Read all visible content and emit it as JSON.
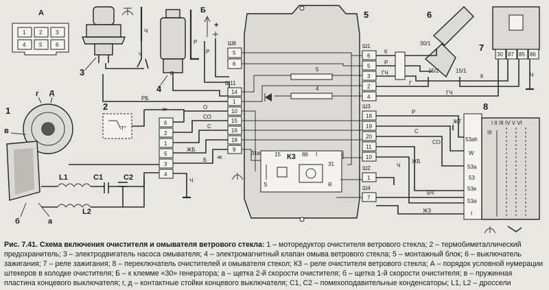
{
  "labels": {
    "connA": "А",
    "connA_pins": [
      "1",
      "2",
      "3",
      "4",
      "5",
      "6"
    ],
    "n1": "1",
    "n2": "2",
    "n3": "3",
    "n4": "4",
    "n5": "5",
    "n6": "6",
    "n7": "7",
    "n8": "8",
    "g": "г",
    "d": "д",
    "v": "в",
    "b_low": "б",
    "a_low": "а",
    "B": "Б",
    "plus": "+",
    "L1": "L1",
    "L2": "L2",
    "C1": "C1",
    "C2": "C2",
    "T": "T°",
    "K3": "К3"
  },
  "block": {
    "sh8": "Ш8",
    "sh11": "Ш11",
    "sh1": "Ш1",
    "sh3": "Ш3",
    "sh2": "Ш2",
    "sh4": "Ш4",
    "left_pins": [
      "5",
      "6",
      "14",
      "1",
      "10",
      "15",
      "16",
      "18",
      "9"
    ],
    "right_pins": [
      "6",
      "5",
      "3",
      "2",
      "4",
      "18",
      "19",
      "20",
      "11",
      "10",
      "1",
      "7"
    ],
    "inner_5": "5",
    "inner_4": "4",
    "relay_pins": [
      "31в",
      "15",
      "86",
      "I",
      "31",
      "S",
      "R"
    ]
  },
  "wires": {
    "ch": "Ч",
    "r": "Р",
    "rb": "РБ",
    "o": "О",
    "so": "СО",
    "s": "С",
    "zhb": "ЖБ",
    "b": "Б",
    "k": "К",
    "gch": "ГЧ",
    "g": "Г",
    "zht": "ЖТ",
    "bch": "БЧ",
    "zhz": "ЖЗ"
  },
  "switch6": {
    "p1": "30/1",
    "p2": "15/2",
    "p3": "15/1"
  },
  "relay7": {
    "pins": [
      "30",
      "87",
      "85",
      "86"
    ]
  },
  "switch8": {
    "header": "I II III IV V VI",
    "iii": "III",
    "pins": [
      "53ah",
      "W",
      "53a",
      "53",
      "53e",
      "53a",
      "I"
    ]
  },
  "connL": {
    "pins": [
      "6",
      "2",
      "1",
      "5",
      "3",
      "4"
    ]
  },
  "caption": {
    "title": "Рис. 7.41. Схема включения очистителя и омывателя ветрового стекла:",
    "body": "1 – моторедуктор очистителя ветрового стекла; 2 – термобиметаллический предохранитель; 3 – электродвигатель насоса омывателя; 4 – электромагнитный клапан омыва ветрового стекла; 5 – монтажный блок; 6 – выключатель зажигания; 7 – реле зажигания; 8 – переключатель очистителей и омывателя стекол; К3 – реле очистителя ветрового стекла; А – порядок условной нумерации штекеров в колодке очистителя; Б – к клемме «30» генератора; а – щетка 2-й скорости очистителя; б – щетка 1-й скорости очистителя; в – пружинная пластина концевого выключателя; г, д – контактные стойки концевого выключателя; С1, С2 – помехоподавительные конденсаторы; L1, L2 – дроссели"
  }
}
